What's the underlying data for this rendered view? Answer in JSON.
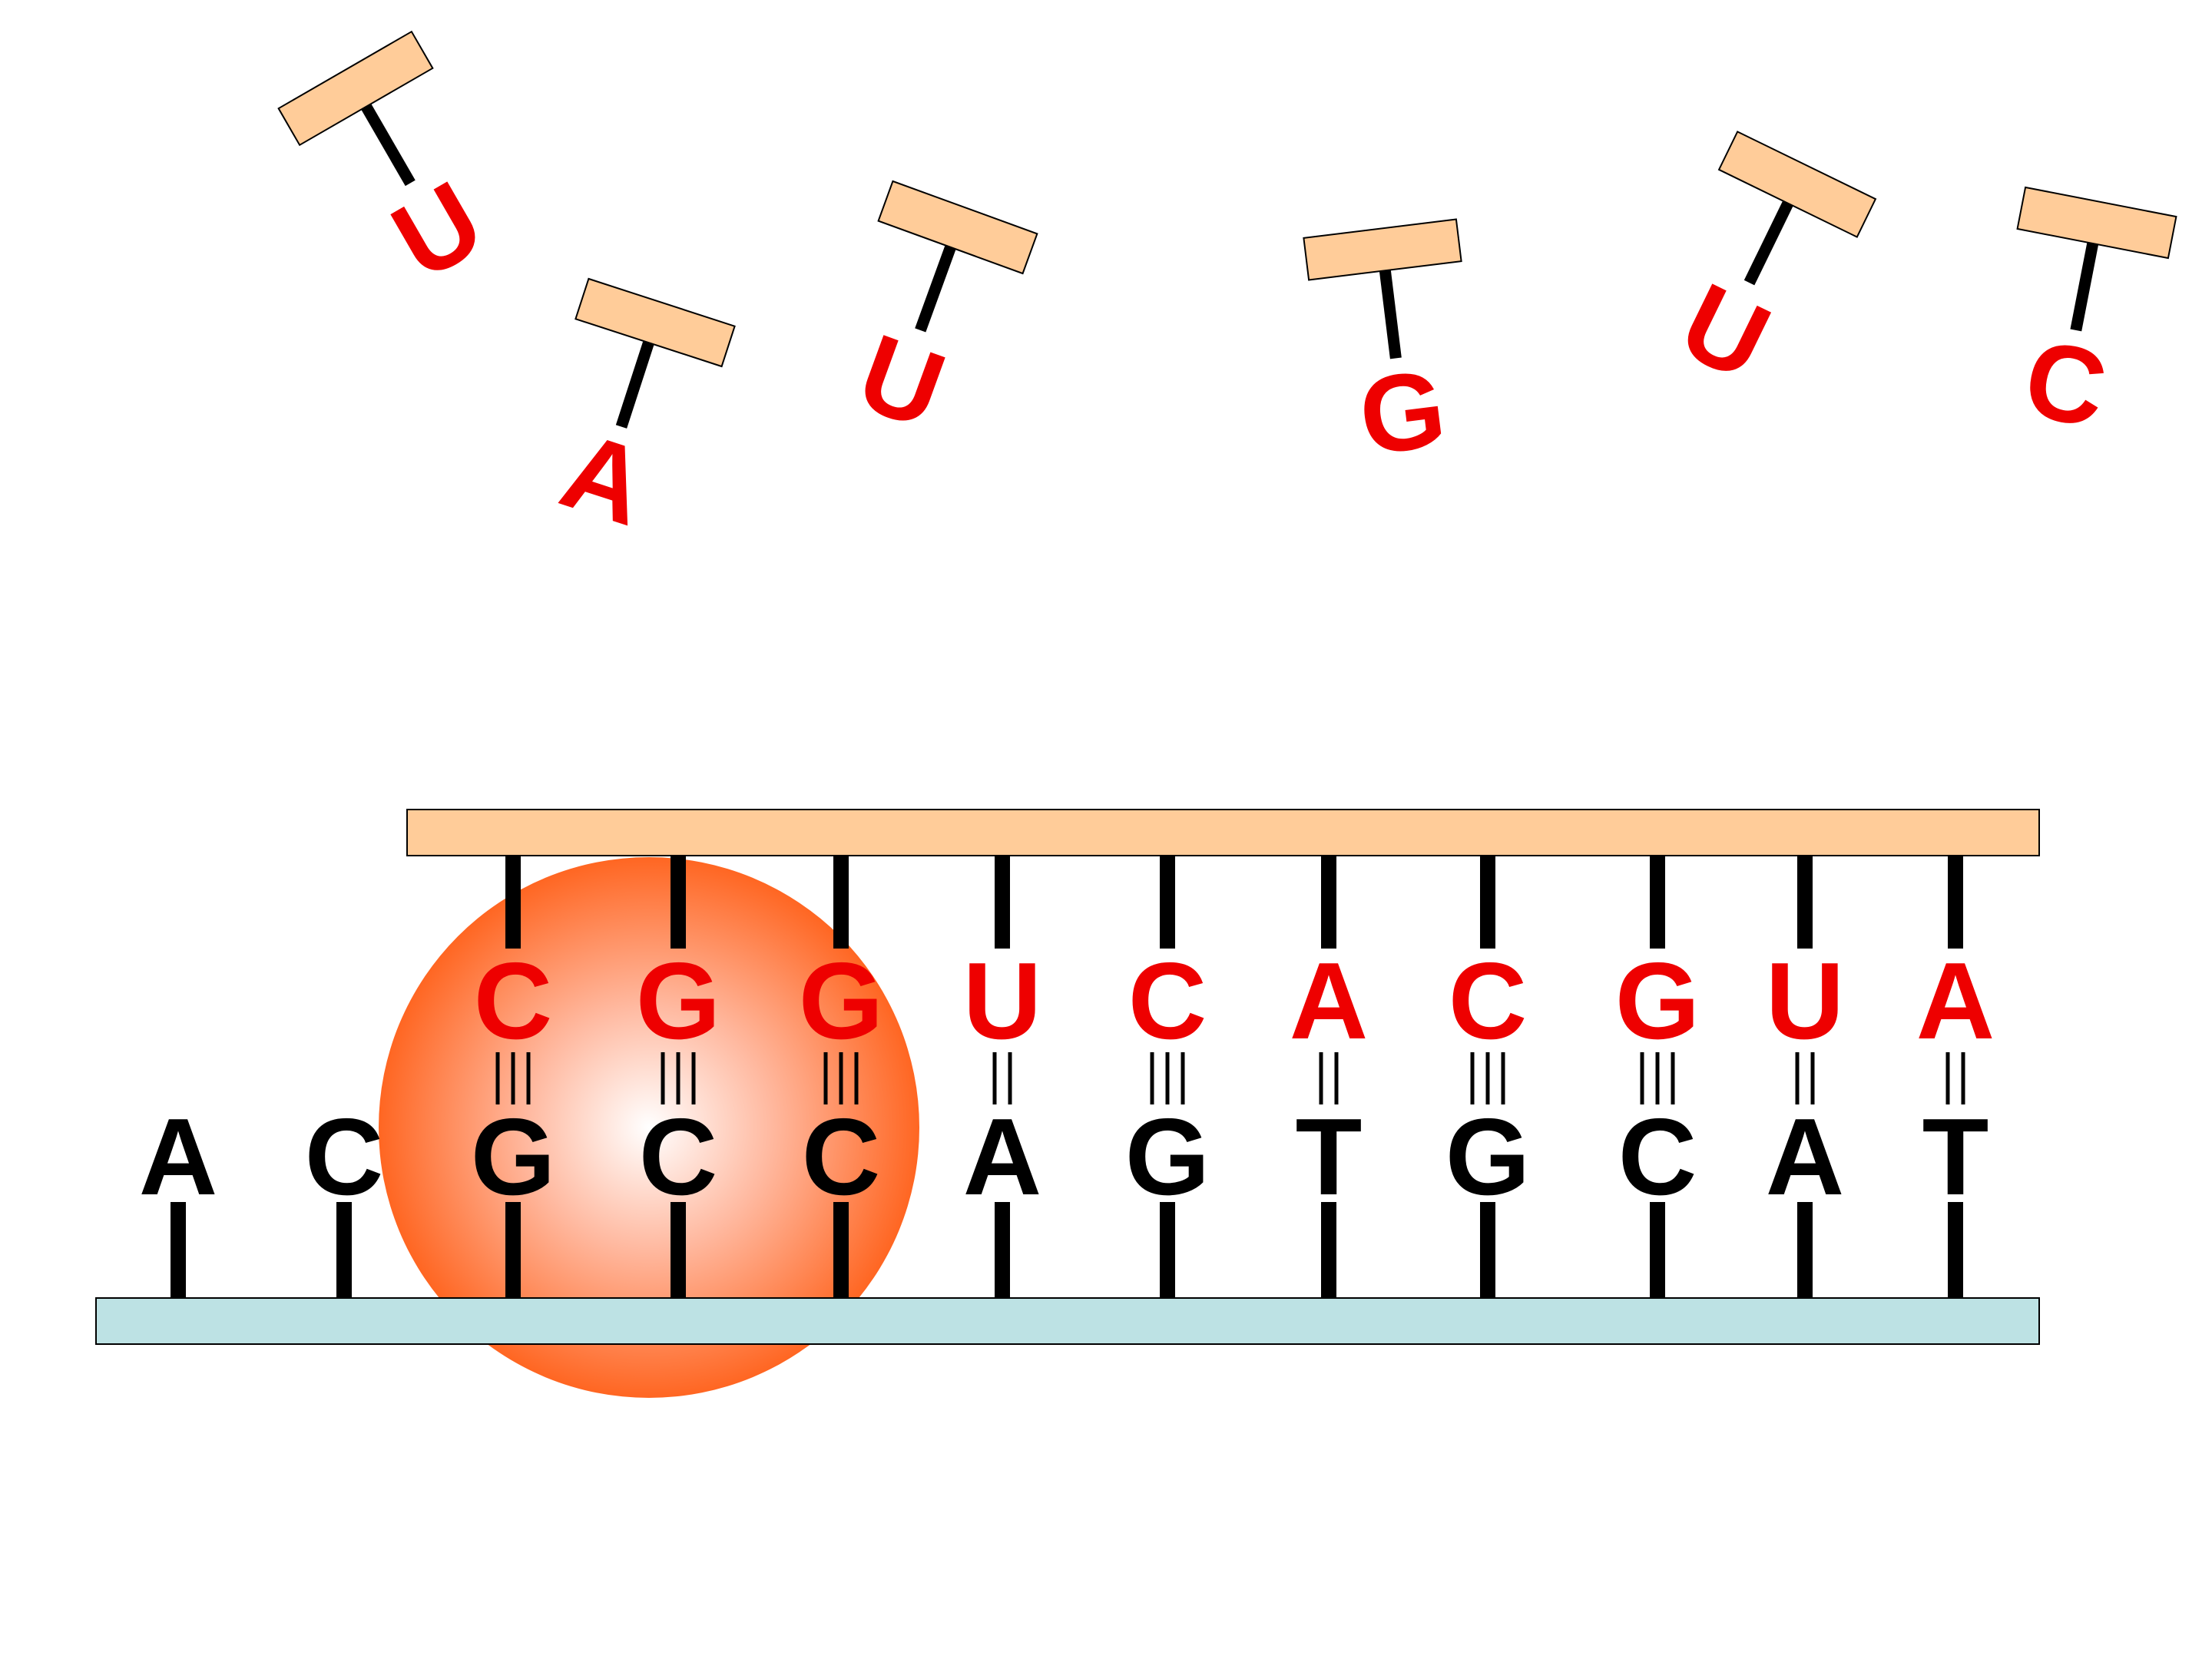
{
  "colors": {
    "rna_strand": "#ffcc99",
    "dna_strand": "#bde2e4",
    "rna_letter": "#ee0000",
    "dna_letter": "#000000",
    "bond": "#000000",
    "polymerase_center": "#ffffff",
    "polymerase_edge": "#ff6622"
  },
  "dna_template": [
    "A",
    "C",
    "G",
    "C",
    "C",
    "A",
    "G",
    "T",
    "G",
    "C",
    "A",
    "T"
  ],
  "rna_transcript": [
    "C",
    "G",
    "G",
    "U",
    "C",
    "A",
    "C",
    "G",
    "U",
    "A"
  ],
  "free_nucleotides": [
    "U",
    "A",
    "U",
    "G",
    "U",
    "C"
  ]
}
